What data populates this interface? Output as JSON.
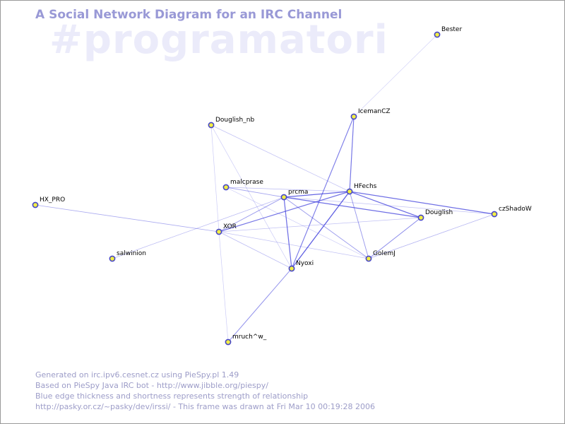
{
  "diagram": {
    "title": "A Social Network Diagram for an IRC Channel",
    "channel": "#programatori",
    "nodes": [
      {
        "id": "Bester",
        "label": "Bester"
      },
      {
        "id": "IcemanCZ",
        "label": "IcemanCZ"
      },
      {
        "id": "Douglish_nb",
        "label": "Douglish_nb"
      },
      {
        "id": "malcprase",
        "label": "malcprase"
      },
      {
        "id": "prcma",
        "label": "prcma"
      },
      {
        "id": "HFechs",
        "label": "HFechs"
      },
      {
        "id": "HX_PRO",
        "label": "HX_PRO"
      },
      {
        "id": "Douglish",
        "label": "Douglish"
      },
      {
        "id": "czShadoW",
        "label": "czShadoW"
      },
      {
        "id": "XOR",
        "label": "XOR"
      },
      {
        "id": "salwinion",
        "label": "salwinion"
      },
      {
        "id": "Nyoxi",
        "label": "Nyoxi"
      },
      {
        "id": "GolemJ",
        "label": "GolemJ"
      },
      {
        "id": "mruch^w_",
        "label": "mruch^w_"
      }
    ],
    "edges": [
      {
        "source": "Bester",
        "target": "IcemanCZ",
        "strength": 0.15
      },
      {
        "source": "IcemanCZ",
        "target": "HFechs",
        "strength": 0.75
      },
      {
        "source": "IcemanCZ",
        "target": "Nyoxi",
        "strength": 0.7
      },
      {
        "source": "Douglish_nb",
        "target": "HFechs",
        "strength": 0.25
      },
      {
        "source": "Douglish_nb",
        "target": "XOR",
        "strength": 0.2
      },
      {
        "source": "Douglish_nb",
        "target": "Nyoxi",
        "strength": 0.2
      },
      {
        "source": "malcprase",
        "target": "prcma",
        "strength": 0.45
      },
      {
        "source": "malcprase",
        "target": "HFechs",
        "strength": 0.3
      },
      {
        "source": "malcprase",
        "target": "GolemJ",
        "strength": 0.2
      },
      {
        "source": "prcma",
        "target": "HFechs",
        "strength": 0.85
      },
      {
        "source": "prcma",
        "target": "Douglish",
        "strength": 0.8
      },
      {
        "source": "prcma",
        "target": "Nyoxi",
        "strength": 0.8
      },
      {
        "source": "prcma",
        "target": "XOR",
        "strength": 0.5
      },
      {
        "source": "prcma",
        "target": "GolemJ",
        "strength": 0.5
      },
      {
        "source": "prcma",
        "target": "salwinion",
        "strength": 0.3
      },
      {
        "source": "prcma",
        "target": "czShadoW",
        "strength": 0.25
      },
      {
        "source": "HFechs",
        "target": "Douglish",
        "strength": 0.8
      },
      {
        "source": "HFechs",
        "target": "czShadoW",
        "strength": 0.8
      },
      {
        "source": "HFechs",
        "target": "XOR",
        "strength": 0.75
      },
      {
        "source": "HFechs",
        "target": "GolemJ",
        "strength": 0.5
      },
      {
        "source": "HFechs",
        "target": "Nyoxi",
        "strength": 0.9
      },
      {
        "source": "HX_PRO",
        "target": "XOR",
        "strength": 0.4
      },
      {
        "source": "Douglish",
        "target": "GolemJ",
        "strength": 0.6
      },
      {
        "source": "Douglish",
        "target": "XOR",
        "strength": 0.25
      },
      {
        "source": "czShadoW",
        "target": "GolemJ",
        "strength": 0.35
      },
      {
        "source": "XOR",
        "target": "Nyoxi",
        "strength": 0.3
      },
      {
        "source": "XOR",
        "target": "GolemJ",
        "strength": 0.25
      },
      {
        "source": "XOR",
        "target": "mruch^w_",
        "strength": 0.2
      },
      {
        "source": "Nyoxi",
        "target": "mruch^w_",
        "strength": 0.55
      }
    ],
    "colors": {
      "edge": "#4040dd",
      "node_fill": "#f2ee44",
      "node_stroke": "#4646c8",
      "label": "#000000",
      "title": "#9999d6",
      "watermark": "#ebebfa",
      "footer": "#9d9dc8"
    }
  },
  "footer": {
    "line1": "Generated on irc.ipv6.cesnet.cz using PieSpy.pl 1.49",
    "line2": "Based on PieSpy Java IRC bot - http://www.jibble.org/piespy/",
    "line3": "Blue edge thickness and shortness represents strength of relationship",
    "line4": "http://pasky.or.cz/~pasky/dev/irssi/ - This frame was drawn at Fri Mar 10 00:19:28 2006"
  }
}
